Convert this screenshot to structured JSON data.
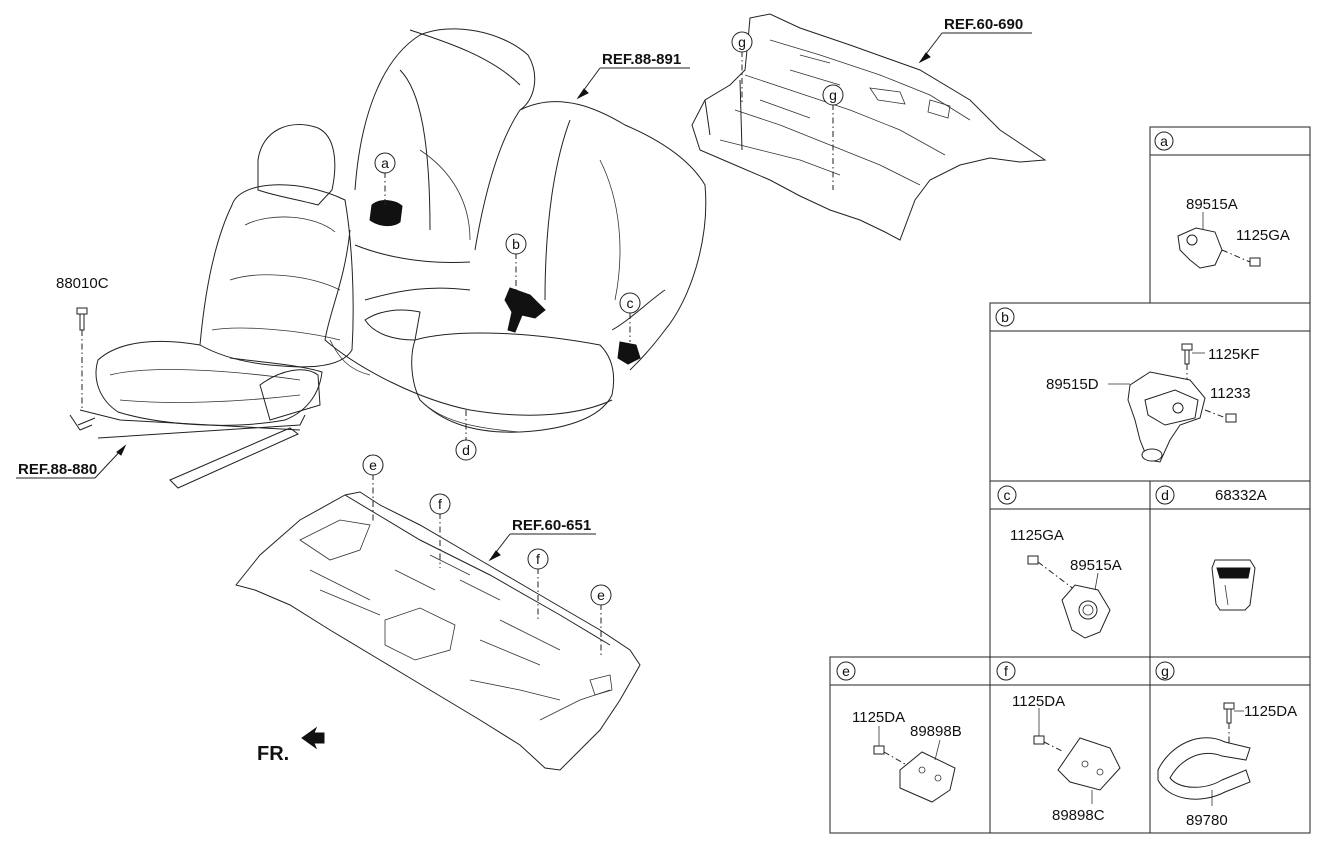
{
  "refs": {
    "front_seat": "REF.88-880",
    "rear_seat": "REF.88-891",
    "rear_shelf": "REF.60-690",
    "floor_panel": "REF.60-651"
  },
  "main_labels": {
    "front_bolt": "88010C"
  },
  "callouts": {
    "a": "a",
    "b": "b",
    "c": "c",
    "d": "d",
    "e": "e",
    "f": "f",
    "g": "g"
  },
  "front_indicator": "FR.",
  "panels": {
    "a": {
      "key": "a",
      "parts": [
        "89515A",
        "1125GA"
      ]
    },
    "b": {
      "key": "b",
      "parts": [
        "1125KF",
        "89515D",
        "11233"
      ]
    },
    "c": {
      "key": "c",
      "parts": [
        "1125GA",
        "89515A"
      ]
    },
    "d": {
      "key": "d",
      "title": "68332A"
    },
    "e": {
      "key": "e",
      "parts": [
        "1125DA",
        "89898B"
      ]
    },
    "f": {
      "key": "f",
      "parts": [
        "1125DA",
        "89898C"
      ]
    },
    "g": {
      "key": "g",
      "parts": [
        "1125DA",
        "89780"
      ]
    }
  }
}
